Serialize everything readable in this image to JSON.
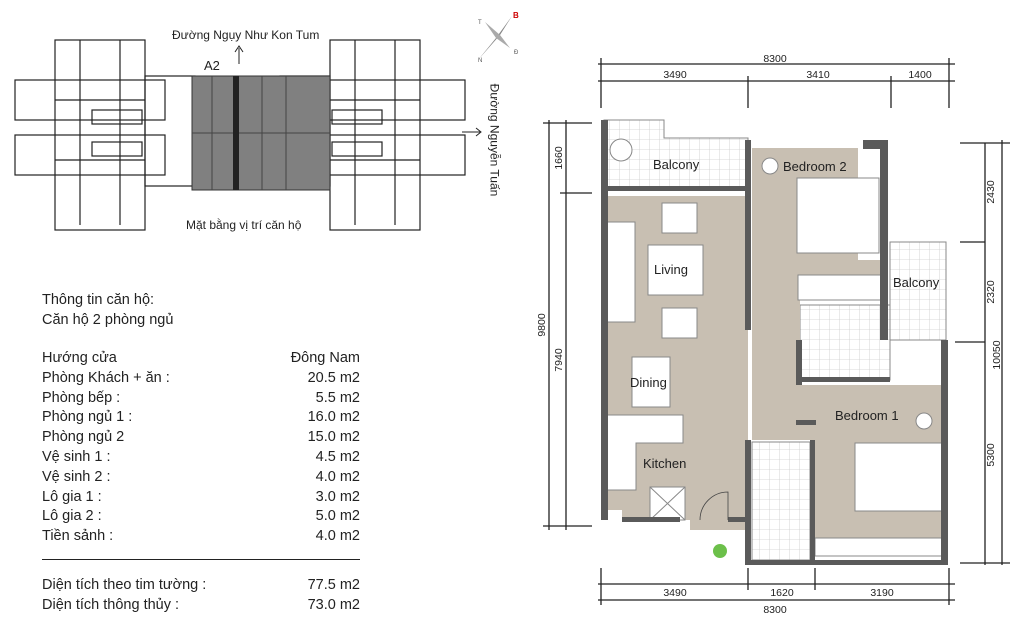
{
  "site_plan": {
    "road_top": "Đường Ngụy Như Kon Tum",
    "road_right": "Đường Nguyễn Tuấn",
    "unit_code": "A2",
    "caption": "Mặt bằng vị trí căn hộ",
    "compass": {
      "north": "B",
      "south": "N",
      "east": "Đ",
      "west": "T"
    }
  },
  "info": {
    "title": "Thông tin căn hộ:",
    "subtitle": "Căn hộ 2 phòng ngủ",
    "rows": [
      {
        "label": "Hướng cửa",
        "value": "Đông Nam"
      },
      {
        "label": "Phòng Khách + ăn :",
        "value": "20.5 m2"
      },
      {
        "label": "Phòng bếp :",
        "value": "5.5 m2"
      },
      {
        "label": "Phòng ngủ 1 :",
        "value": "16.0 m2"
      },
      {
        "label": "Phòng ngủ 2",
        "value": "15.0 m2"
      },
      {
        "label": "Vệ sinh 1 :",
        "value": "4.5 m2"
      },
      {
        "label": "Vệ sinh 2 :",
        "value": "4.0 m2"
      },
      {
        "label": "Lô gia 1 :",
        "value": "3.0 m2"
      },
      {
        "label": "Lô gia 2 :",
        "value": "5.0 m2"
      },
      {
        "label": "Tiền sảnh :",
        "value": "4.0 m2"
      }
    ],
    "totals": [
      {
        "label": "Diện tích theo tim tường :",
        "value": "77.5 m2"
      },
      {
        "label": "Diện tích thông thủy :",
        "value": "73.0 m2"
      }
    ]
  },
  "floor_plan": {
    "rooms": {
      "balcony_top": "Balcony",
      "bedroom2": "Bedroom 2",
      "living": "Living",
      "balcony_right": "Balcony",
      "dining": "Dining",
      "bedroom1": "Bedroom 1",
      "kitchen": "Kitchen"
    },
    "dims_top": {
      "total": "8300",
      "a": "3490",
      "b": "3410",
      "c": "1400"
    },
    "dims_bottom": {
      "total": "8300",
      "a": "3490",
      "b": "1620",
      "c": "3190"
    },
    "dims_left": {
      "total": "9800",
      "a": "1660",
      "b": "7940"
    },
    "dims_right": {
      "total": "10050",
      "a": "2430",
      "b": "2320",
      "c": "5300"
    },
    "colors": {
      "floor": "#c8bfb2",
      "wall": "#5a5a5a",
      "entry_marker": "#6cc04a"
    }
  }
}
